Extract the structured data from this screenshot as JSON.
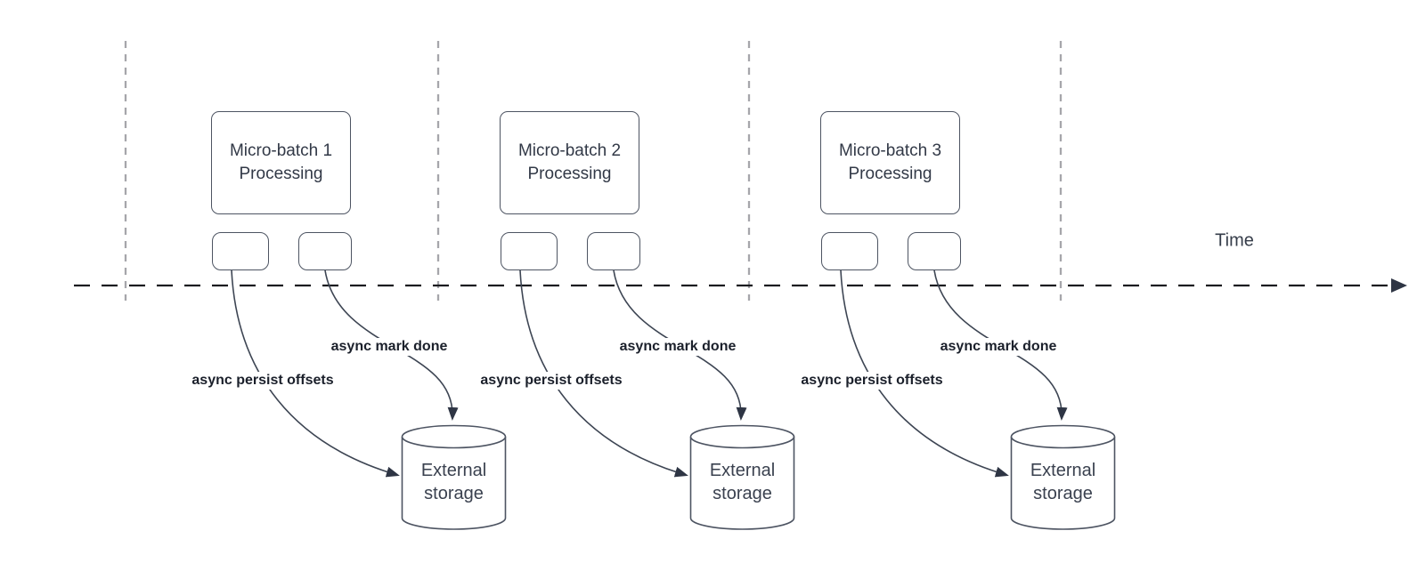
{
  "axis": {
    "label": "Time"
  },
  "colors": {
    "node_stroke": "#4d5462",
    "node_text": "#323947",
    "arrow_stroke": "#3d4553",
    "arrowhead_fill": "#2e3544",
    "bold_label_text": "#1b202b",
    "axis_line": "#1b1c20",
    "gridline": "#a6a6ab",
    "background": "#ffffff"
  },
  "groups": [
    {
      "box_line1": "Micro-batch 1",
      "box_line2": "Processing",
      "persist_label": "async persist offsets",
      "done_label": "async mark done",
      "storage_line1": "External",
      "storage_line2": "storage"
    },
    {
      "box_line1": "Micro-batch 2",
      "box_line2": "Processing",
      "persist_label": "async persist offsets",
      "done_label": "async mark done",
      "storage_line1": "External",
      "storage_line2": "storage"
    },
    {
      "box_line1": "Micro-batch 3",
      "box_line2": "Processing",
      "persist_label": "async persist offsets",
      "done_label": "async mark done",
      "storage_line1": "External",
      "storage_line2": "storage"
    }
  ]
}
